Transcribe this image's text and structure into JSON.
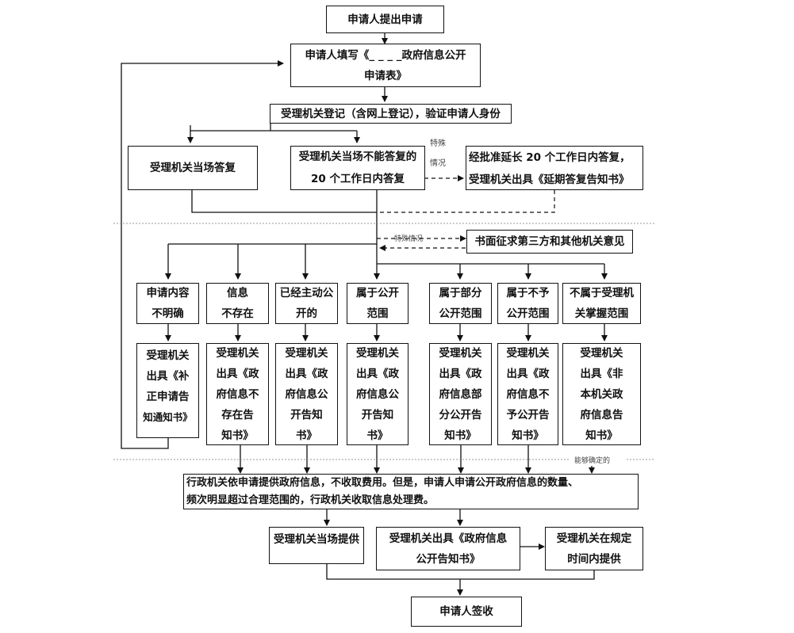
{
  "diagram": {
    "nodes": {
      "apply": "申请人提出申请",
      "fill_form": "申请人填写《_ _ _ _政府信息公开申请表》",
      "register": "受理机关登记（含网上登记），验证申请人身份",
      "reply_on_spot": "受理机关当场答复",
      "reply_20_days": "受理机关当场不能答复的20 个工作日内答复",
      "extend": "经批准延长 20 个工作日内答复，受理机关出具《延期答复告知书》",
      "consult_third_party": "书面征求第三方和其他机关意见",
      "categories": [
        {
          "label": "申请内容不明确",
          "result": "受理机关出具《补正申请告知通知书》"
        },
        {
          "label": "信息不存在",
          "result": "受理机关出具《政府信息不存在告知书》"
        },
        {
          "label": "已经主动公开的",
          "result": "受理机关出具《政府信息公开告知书》"
        },
        {
          "label": "属于公开范围",
          "result": "受理机关出具《政府信息公开告知书》"
        },
        {
          "label": "属于部分公开范围",
          "result": "受理机关出具《政府信息部分公开告知书》"
        },
        {
          "label": "属于不予公开范围",
          "result": "受理机关出具《政府信息不予公开告知书》"
        },
        {
          "label": "不属于受理机关掌握范围",
          "result": "受理机关出具《非本机关政府信息告知书》"
        }
      ],
      "fee_notice": "行政机关依申请提供政府信息，不收取费用。但是，申请人申请公开政府信息的数量、频次明显超过合理范围的，行政机关收取信息处理费。",
      "provide_on_spot": "受理机关当场提供",
      "issue_notice": "受理机关出具《政府信息公开告知书》",
      "provide_in_time": "受理机关在规定时间内提供",
      "sign": "申请人签收"
    },
    "lines": {
      "apply": [
        "申请人提出申请"
      ],
      "fill_form": [
        "申请人填写《_ _ _ _政府信息公开",
        "申请表》"
      ],
      "register": [
        "受理机关登记（含网上登记），验证申请人身份"
      ],
      "reply_on_spot": [
        "受理机关当场答复"
      ],
      "reply_20_days": [
        "受理机关当场不能答复的",
        "20 个工作日内答复"
      ],
      "extend": [
        "经批准延长 20 个工作日内答复，",
        "受理机关出具《延期答复告知书》"
      ],
      "consult": [
        "书面征求第三方和其他机关意见"
      ],
      "cat_labels": [
        [
          "申请内容",
          "不明确"
        ],
        [
          "信息",
          "不存在"
        ],
        [
          "已经主动公",
          "开的"
        ],
        [
          "属于公开",
          "范围"
        ],
        [
          "属于部分",
          "公开范围"
        ],
        [
          "属于不予",
          "公开范围"
        ],
        [
          "不属于受理机",
          "关掌握范围"
        ]
      ],
      "cat_results": [
        [
          "受理机关",
          "出具《补",
          "正申请告",
          "知通知书》"
        ],
        [
          "受理机关",
          "出具《政",
          "府信息不",
          "存在告",
          "知书》"
        ],
        [
          "受理机关",
          "出具《政",
          "府信息公",
          "开告知",
          "书》"
        ],
        [
          "受理机关",
          "出具《政",
          "府信息公",
          "开告知",
          "书》"
        ],
        [
          "受理机关",
          "出具《政",
          "府信息部",
          "分公开告",
          "知书》"
        ],
        [
          "受理机关",
          "出具《政",
          "府信息不",
          "予公开告",
          "知书》"
        ],
        [
          "受理机关",
          "出具《非",
          "本机关政",
          "府信息告",
          "知书》"
        ]
      ],
      "fee_notice": [
        "行政机关依申请提供政府信息，不收取费用。但是，申请人申请公开政府信息的数量、",
        "频次明显超过合理范围的，行政机关收取信息处理费。"
      ],
      "provide_on_spot": [
        "受理机关当场提供"
      ],
      "issue_notice": [
        "受理机关出具《政府信息",
        "公开告知书》"
      ],
      "provide_in_time": [
        "受理机关在规定",
        "时间内提供"
      ],
      "sign": [
        "申请人签收"
      ]
    },
    "annotations": {
      "special_case_1a": "特殊",
      "special_case_1b": "情况",
      "special_case_2": "特殊情况",
      "can_determine": "能够确定的"
    },
    "colors": {
      "line": "#111111",
      "divider": "#999999",
      "note": "#444444"
    }
  }
}
